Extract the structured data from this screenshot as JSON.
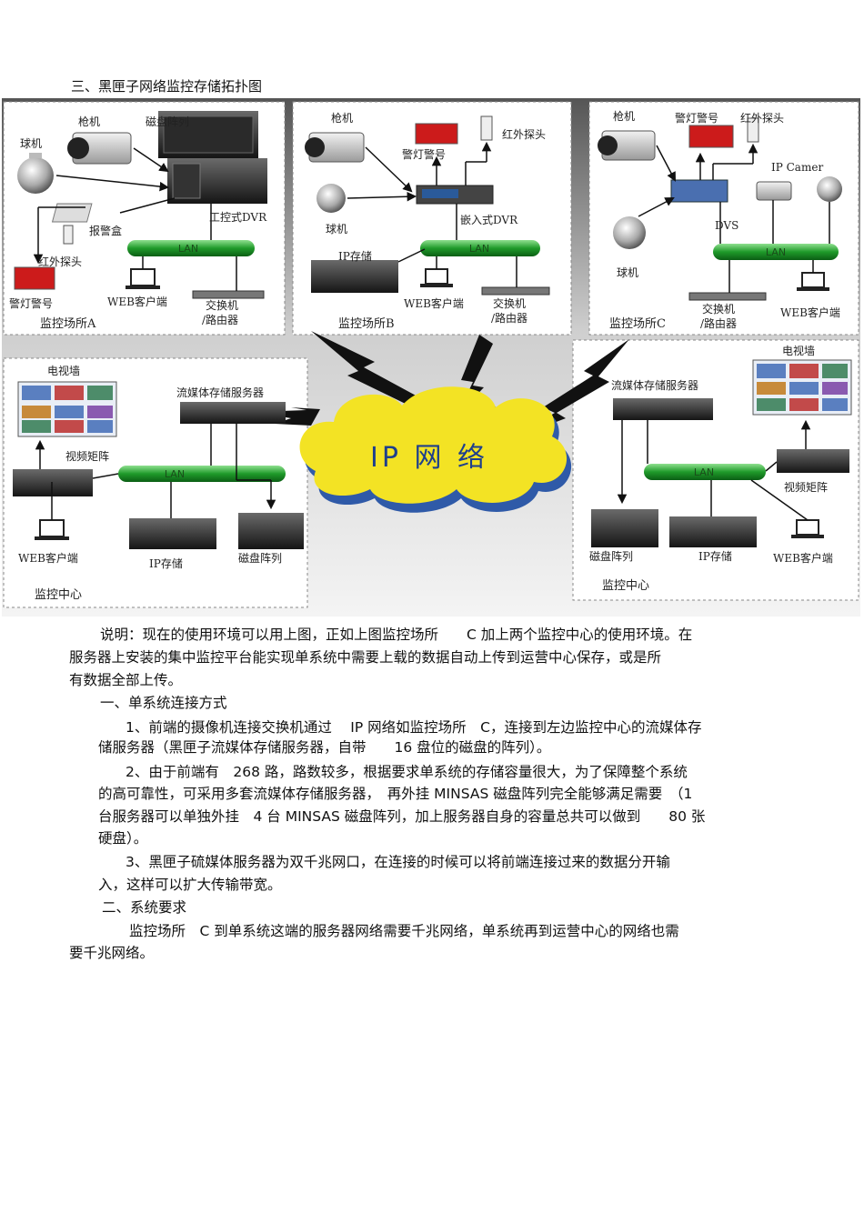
{
  "heading": "三、黑匣子网络监控存储拓扑图",
  "diagram": {
    "site_a": {
      "name": "监控场所A",
      "labels": [
        "枪机",
        "磁盘阵列",
        "球机",
        "工控式DVR",
        "报警盒",
        "红外探头",
        "警灯警号",
        "WEB客户端",
        "交换机",
        "/路由器"
      ]
    },
    "site_b": {
      "name": "监控场所B",
      "labels": [
        "枪机",
        "警灯警号",
        "红外探头",
        "球机",
        "嵌入式DVR",
        "IP存储",
        "WEB客户端",
        "交换机",
        "/路由器"
      ]
    },
    "site_c": {
      "name": "监控场所C",
      "labels": [
        "枪机",
        "警灯警号",
        "红外探头",
        "IP Camer",
        "DVS",
        "球机",
        "交换机",
        "/路由器",
        "WEB客户端"
      ]
    },
    "center_left": {
      "name": "监控中心",
      "labels": [
        "电视墙",
        "流媒体存储服务器",
        "视频矩阵",
        "WEB客户端",
        "IP存储",
        "磁盘阵列"
      ]
    },
    "center_right": {
      "name": "监控中心",
      "labels": [
        "电视墙",
        "流媒体存储服务器",
        "视频矩阵",
        "磁盘阵列",
        "IP存储",
        "WEB客户端"
      ]
    },
    "lan": "LAN",
    "cloud": "IP 网 络"
  },
  "paragraphs": [
    "说明：现在的使用环境可以用上图，正如上图监控场所　　C 加上两个监控中心的使用环境。在",
    "服务器上安装的集中监控平台能实现单系统中需要上载的数据自动上传到运营中心保存，或是所",
    "有数据全部上传。",
    "一、单系统连接方式",
    "1、前端的摄像机连接交换机通过　 IP 网络如监控场所　C，连接到左边监控中心的流媒体存",
    "储服务器（黑匣子流媒体存储服务器，自带　　16 盘位的磁盘的阵列）。",
    "2、由于前端有　268 路，路数较多，根据要求单系统的存储容量很大，为了保障整个系统",
    "的高可靠性，可采用多套流媒体存储服务器，　再外挂 MINSAS 磁盘阵列完全能够满足需要　（1",
    "台服务器可以单独外挂　4 台 MINSAS 磁盘阵列，加上服务器自身的容量总共可以做到　　80 张",
    "硬盘）。",
    "3、黑匣子硫媒体服务器为双千兆网口，在连接的时候可以将前端连接过来的数据分开输",
    "入，这样可以扩大传输带宽。",
    "二、系统要求",
    "监控场所　C 到单系统这端的服务器网络需要千兆网络，单系统再到运营中心的网络也需",
    "要千兆网络。"
  ]
}
